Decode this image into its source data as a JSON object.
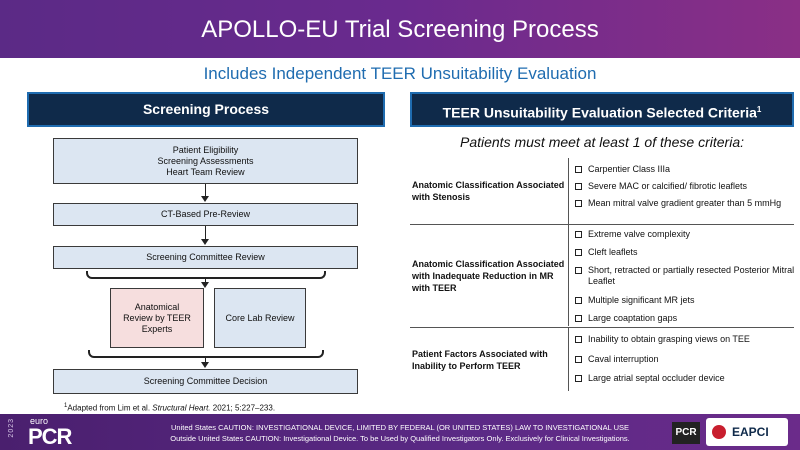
{
  "header": {
    "title": "APOLLO-EU Trial Screening Process"
  },
  "subtitle": "Includes Independent TEER Unsuitability Evaluation",
  "left_panel": {
    "title": "Screening Process",
    "boxes": {
      "eligibility": "Patient Eligibility\nScreening Assessments\nHeart Team Review",
      "ct": "CT-Based Pre-Review",
      "committee_review": "Screening Committee Review",
      "anatomical": "Anatomical\nReview by TEER\nExperts",
      "core_lab": "Core Lab Review",
      "decision": "Screening Committee Decision"
    }
  },
  "right_panel": {
    "title": "TEER Unsuitability Evaluation Selected Criteria",
    "title_sup": "1",
    "lead": "Patients must meet at least 1 of these criteria:",
    "groups": [
      {
        "label": "Anatomic Classification Associated with Stenosis",
        "items": [
          "Carpentier Class IIIa",
          "Severe MAC or calcified/ fibrotic leaflets",
          "Mean mitral valve gradient greater than 5 mmHg"
        ]
      },
      {
        "label": "Anatomic Classification Associated with Inadequate Reduction in MR with TEER",
        "items": [
          "Extreme valve complexity",
          "Cleft leaflets",
          "Short, retracted or partially resected Posterior Mitral Leaflet",
          "Multiple significant MR jets",
          "Large coaptation gaps"
        ]
      },
      {
        "label": "Patient Factors Associated with Inability to Perform TEER",
        "items": [
          "Inability to obtain grasping views on TEE",
          "Caval interruption",
          "Large atrial septal occluder device"
        ]
      }
    ]
  },
  "footnote": {
    "sup": "1",
    "text_pre": "Adapted from Lim et al. ",
    "journal": "Structural Heart.",
    "text_post": " 2021; 5:227–233."
  },
  "footer": {
    "caution_line1": "United States CAUTION: INVESTIGATIONAL DEVICE, LIMITED BY FEDERAL (OR UNITED STATES) LAW TO INVESTIGATIONAL USE",
    "caution_line2": "Outside United States  CAUTION: Investigational Device. To be Used by Qualified Investigators Only. Exclusively for Clinical Investigations.",
    "logo_year": "2023",
    "logo_euro": "euro",
    "logo_pcr": "PCR",
    "pcr_badge": "PCR",
    "eapci_label": "EAPCI"
  },
  "colors": {
    "header": "#5b2a86",
    "panel_head": "#0f2a4a",
    "accent_blue": "#1f6cb0",
    "box_blue": "#dce6f2",
    "box_pink": "#f6dede"
  }
}
